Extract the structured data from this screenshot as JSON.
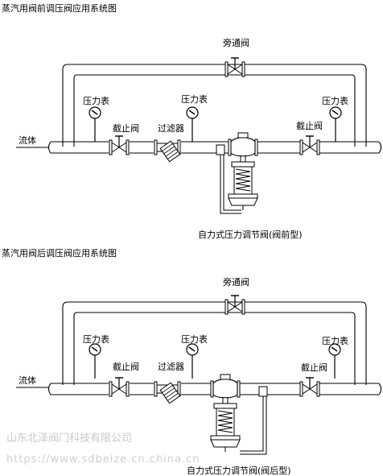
{
  "diagrams": [
    {
      "title": "蒸汽用阀前调压阀应用系统图",
      "bypass_valve": "旁通阀",
      "gauges": [
        "压力表",
        "压力表",
        "压力表"
      ],
      "stop_valves": [
        "截止阀",
        "截止阀"
      ],
      "filter": "过滤器",
      "flow": "流体",
      "regulator": "自力式压力调节阀(阀前型)"
    },
    {
      "title": "蒸汽用阀后调压阀应用系统图",
      "bypass_valve": "旁通阀",
      "gauges": [
        "压力表",
        "压力表",
        "压力表"
      ],
      "stop_valves": [
        "截止阀",
        "截止阀"
      ],
      "filter": "过滤器",
      "flow": "流体",
      "regulator": "自力式压力调节阀(阀后型)"
    }
  ],
  "watermark": {
    "company": "山东北泽阀门科技有限公司",
    "url": "https://www.sdbeize.cn.china.cn"
  }
}
